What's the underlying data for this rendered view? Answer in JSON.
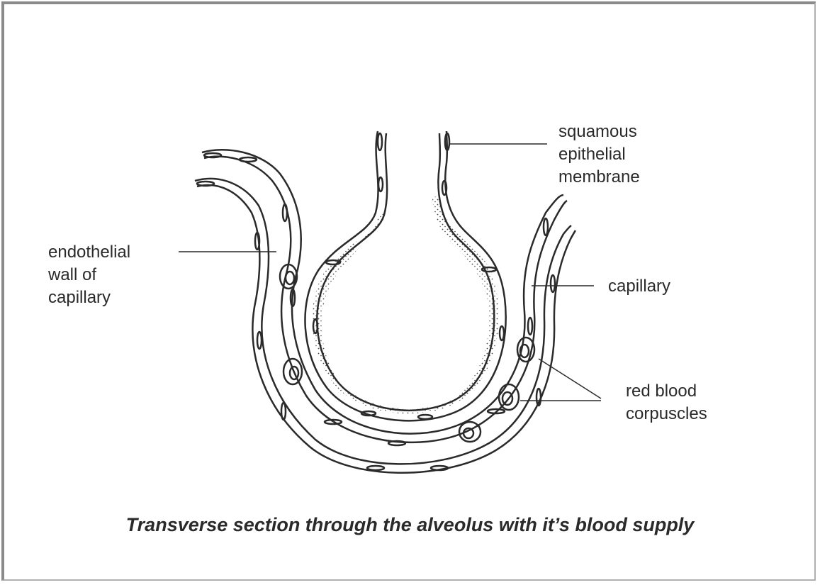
{
  "labels": {
    "squamous": [
      "squamous",
      "epithelial",
      "membrane"
    ],
    "endothelial": [
      "endothelial",
      "wall of",
      "capillary"
    ],
    "capillary": [
      "capillary"
    ],
    "red_blood": [
      "red blood",
      "corpuscles"
    ]
  },
  "caption": "Transverse section through the alveolus with it’s blood supply"
}
